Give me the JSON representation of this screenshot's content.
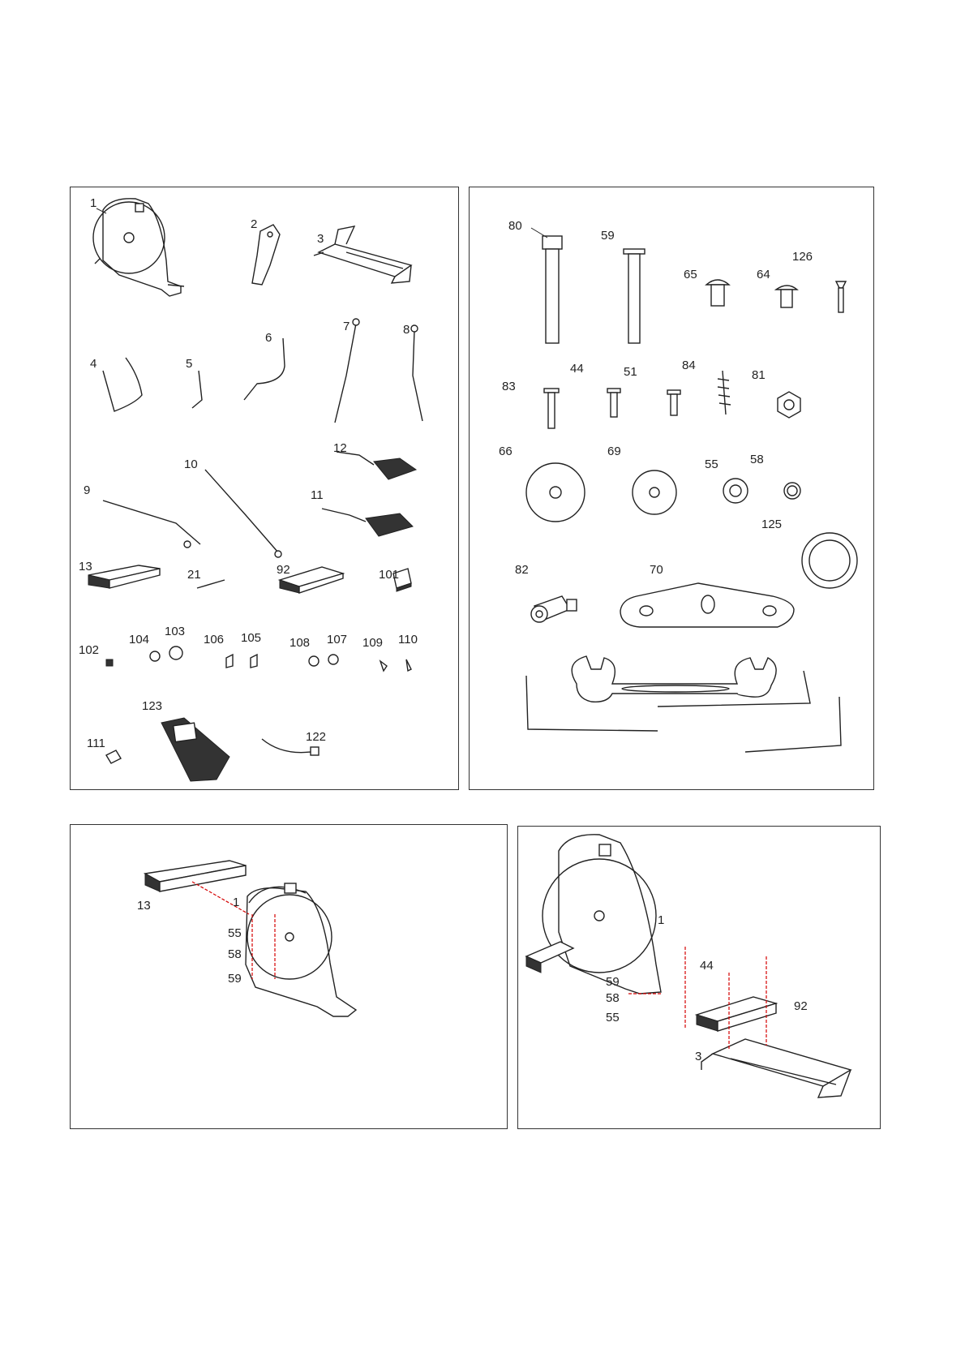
{
  "panels": {
    "parts_large": {
      "labels": {
        "p1": "1",
        "p2": "2",
        "p3": "3",
        "p4": "4",
        "p5": "5",
        "p6": "6",
        "p7": "7",
        "p8": "8",
        "p9": "9",
        "p10": "10",
        "p11": "11",
        "p12": "12",
        "p13": "13",
        "p21": "21",
        "p92": "92",
        "p101": "101",
        "p102": "102",
        "p103": "103",
        "p104": "104",
        "p105": "105",
        "p106": "106",
        "p107": "107",
        "p108": "108",
        "p109": "109",
        "p110": "110",
        "p111": "111",
        "p122": "122",
        "p123": "123"
      }
    },
    "hardware": {
      "labels": {
        "p80": "80",
        "p59": "59",
        "p65": "65",
        "p64": "64",
        "p126": "126",
        "p83": "83",
        "p44": "44",
        "p51": "51",
        "p84": "84",
        "p81": "81",
        "p66": "66",
        "p69": "69",
        "p55": "55",
        "p58": "58",
        "p125": "125",
        "p82": "82",
        "p70": "70"
      }
    },
    "step1": {
      "labels": {
        "p13": "13",
        "p1": "1",
        "p55": "55",
        "p58": "58",
        "p59": "59"
      }
    },
    "step2": {
      "labels": {
        "p1": "1",
        "p44": "44",
        "p59": "59",
        "p58": "58",
        "p55": "55",
        "p92": "92",
        "p3": "3"
      }
    }
  }
}
